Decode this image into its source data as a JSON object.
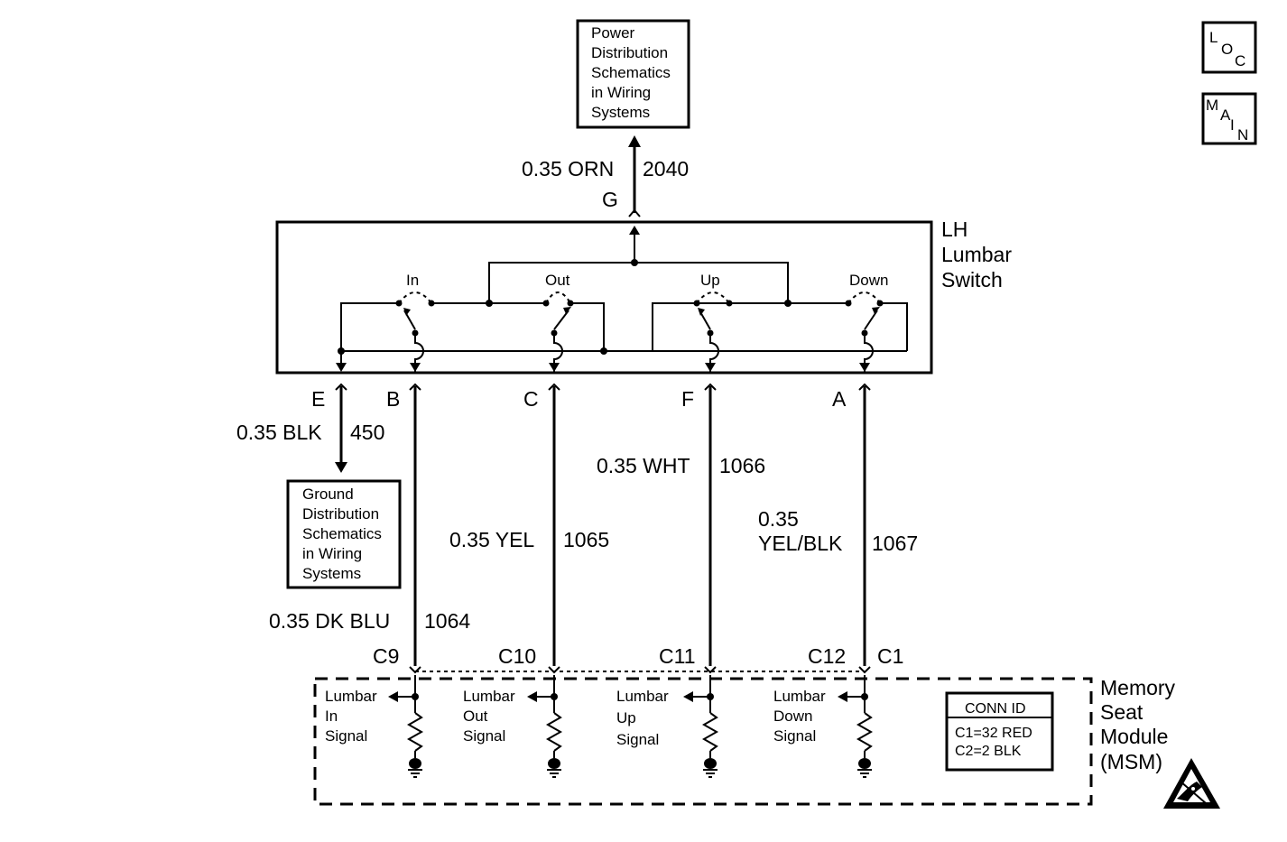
{
  "nav": {
    "loc": [
      "L",
      "O",
      "C"
    ],
    "main": [
      "M",
      "A",
      "I",
      "N"
    ]
  },
  "power_box": [
    "Power",
    "Distribution",
    "Schematics",
    "in Wiring",
    "Systems"
  ],
  "ground_box": [
    "Ground",
    "Distribution",
    "Schematics",
    "in Wiring",
    "Systems"
  ],
  "switch": {
    "name": [
      "LH",
      "Lumbar",
      "Switch"
    ],
    "positions": [
      "In",
      "Out",
      "Up",
      "Down"
    ]
  },
  "wires": {
    "power": {
      "pin": "G",
      "gauge_color": "0.35 ORN",
      "circuit": "2040"
    },
    "ground": {
      "pin": "E",
      "gauge_color": "0.35 BLK",
      "circuit": "450"
    },
    "lumbar_in": {
      "pin": "B",
      "gauge_color": "0.35 DK BLU",
      "circuit": "1064",
      "module_pin": "C9"
    },
    "lumbar_out": {
      "pin": "C",
      "gauge_color": "0.35 YEL",
      "circuit": "1065",
      "module_pin": "C10"
    },
    "lumbar_up": {
      "pin": "F",
      "gauge_color": "0.35 WHT",
      "circuit": "1066",
      "module_pin": "C11"
    },
    "lumbar_down": {
      "pin": "A",
      "gauge_color_lines": [
        "0.35",
        "YEL/BLK"
      ],
      "circuit": "1067",
      "module_pin": "C12"
    }
  },
  "connector_ref": "C1",
  "module": {
    "name": [
      "Memory",
      "Seat",
      "Module",
      "(MSM)"
    ],
    "signals": [
      [
        "Lumbar",
        "In",
        "Signal"
      ],
      [
        "Lumbar",
        "Out",
        "Signal"
      ],
      [
        "Lumbar",
        "Up",
        "Signal"
      ],
      [
        "Lumbar",
        "Down",
        "Signal"
      ]
    ],
    "conn_id": {
      "title": "CONN ID",
      "lines": [
        "C1=32 RED",
        "C2=2 BLK"
      ]
    }
  },
  "icons": [
    "loc-nav-icon",
    "main-nav-icon",
    "esd-warning-icon",
    "ground-icon",
    "resistor-icon",
    "switch-icon"
  ]
}
